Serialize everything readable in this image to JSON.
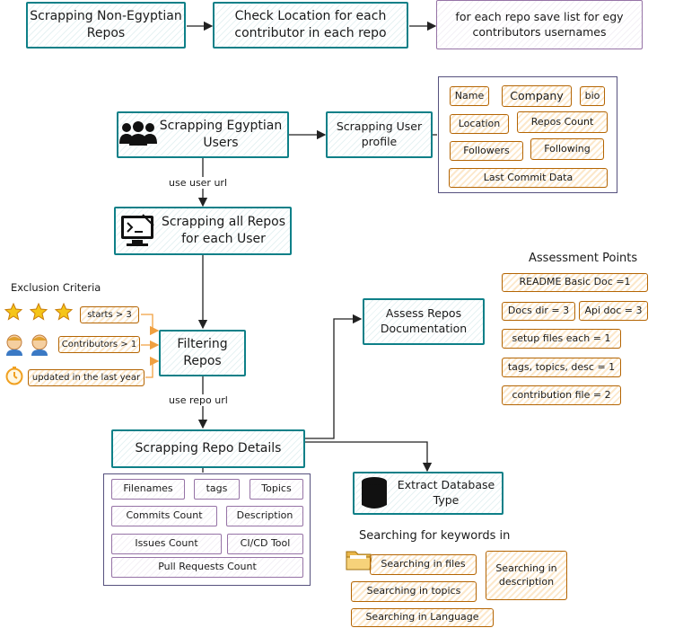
{
  "top": {
    "non_egy": "Scrapping Non-Egyptian Repos",
    "check_location": "Check Location for each contributor in each repo",
    "save_list": "for each repo save list for egy contributors usernames"
  },
  "egy_users": "Scrapping Egyptian Users",
  "user_profile": "Scrapping User profile",
  "profile_fields": [
    "Name",
    "Company",
    "bio",
    "Location",
    "Repos Count",
    "Followers",
    "Following",
    "Last Commit Data"
  ],
  "use_user_url": "use user url",
  "all_repos": "Scrapping all Repos for each User",
  "exclusion": {
    "title": "Exclusion Criteria",
    "stars": "starts > 3",
    "contributors": "Contributors > 1",
    "updated": "updated in the last year"
  },
  "filtering": "Filtering Repos",
  "use_repo_url": "use repo url",
  "assess": "Assess Repos Documentation",
  "assessment": {
    "title": "Assessment Points",
    "readme": "README Basic Doc =1",
    "docs_dir": "Docs dir = 3",
    "api_doc": "Api doc = 3",
    "setup": "setup files each = 1",
    "tags": "tags, topics, desc = 1",
    "contrib": "contribution file = 2"
  },
  "repo_details": "Scrapping Repo Details",
  "detail_fields": [
    "Filenames",
    "tags",
    "Topics",
    "Commits Count",
    "Description",
    "Issues Count",
    "CI/CD Tool",
    "Pull Requests Count"
  ],
  "extract_db": "Extract Database Type",
  "keywords": {
    "title": "Searching for keywords in",
    "files": "Searching in files",
    "description": "Searching in description",
    "topics": "Searching in topics",
    "language": "Searching in Language"
  },
  "colors": {
    "teal": "#0e8088",
    "purple": "#9673a6",
    "orange": "#b46504"
  }
}
